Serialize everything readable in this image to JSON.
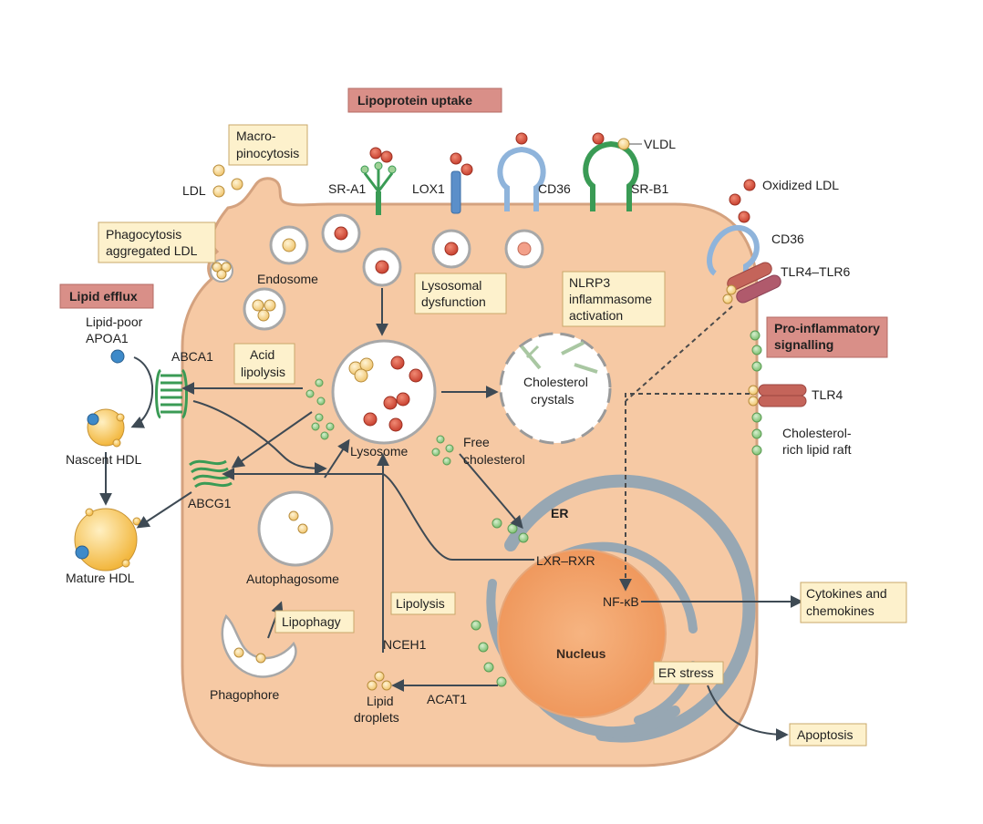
{
  "labels": {
    "lipoprotein_uptake": "Lipoprotein uptake",
    "macropinocytosis_1": "Macro-",
    "macropinocytosis_2": "pinocytosis",
    "ldl": "LDL",
    "sr_a1": "SR-A1",
    "lox1": "LOX1",
    "cd36_top": "CD36",
    "sr_b1": "SR-B1",
    "vldl": "VLDL",
    "oxidized_ldl": "Oxidized LDL",
    "cd36_right": "CD36",
    "tlr4_tlr6": "TLR4–TLR6",
    "phago_1": "Phagocytosis",
    "phago_2": "aggregated LDL",
    "endosome": "Endosome",
    "lysosomal_dys_1": "Lysosomal",
    "lysosomal_dys_2": "dysfunction",
    "nlrp3_1": "NLRP3",
    "nlrp3_2": "inflammasome",
    "nlrp3_3": "activation",
    "lipid_efflux": "Lipid efflux",
    "lipid_poor_1": "Lipid-poor",
    "lipid_poor_2": "APOA1",
    "abca1": "ABCA1",
    "acid_lipolysis_1": "Acid",
    "acid_lipolysis_2": "lipolysis",
    "pro_inflam_1": "Pro-inflammatory",
    "pro_inflam_2": "signalling",
    "cholesterol_crystals_1": "Cholesterol",
    "cholesterol_crystals_2": "crystals",
    "tlr4": "TLR4",
    "lipid_raft_1": "Cholesterol-",
    "lipid_raft_2": "rich lipid raft",
    "nascent_hdl": "Nascent HDL",
    "lysosome": "Lysosome",
    "free_chol_1": "Free",
    "free_chol_2": "cholesterol",
    "abcg1": "ABCG1",
    "mature_hdl": "Mature HDL",
    "er": "ER",
    "lxr_rxr": "LXR–RXR",
    "autophagosome": "Autophagosome",
    "lipolysis": "Lipolysis",
    "nfkb": "NF-κB",
    "cytokines_1": "Cytokines and",
    "cytokines_2": "chemokines",
    "lipophagy": "Lipophagy",
    "nucleus": "Nucleus",
    "nceh1": "NCEH1",
    "er_stress": "ER stress",
    "phagophore": "Phagophore",
    "acat1": "ACAT1",
    "lipid_droplets_1": "Lipid",
    "lipid_droplets_2": "droplets",
    "apoptosis": "Apoptosis"
  },
  "colors": {
    "cell_fill": "#f6c9a4",
    "cell_stroke": "#d4a27f",
    "nucleus_fill": "#f3a56f",
    "er_fill": "#97a7b3",
    "ldl": "#f6d79a",
    "oxidized_ldl": "#d8574a",
    "cholesterol": "#9fd196",
    "receptor_green": "#3a9b55",
    "receptor_blue": "#5b8fc9",
    "tlr": "#c4645a",
    "hdl": "#f8c85e",
    "apoa1": "#3e8ac9",
    "box_yellow": "#fdf1cc",
    "box_red": "#d98f88",
    "arrow": "#3e4a54"
  }
}
